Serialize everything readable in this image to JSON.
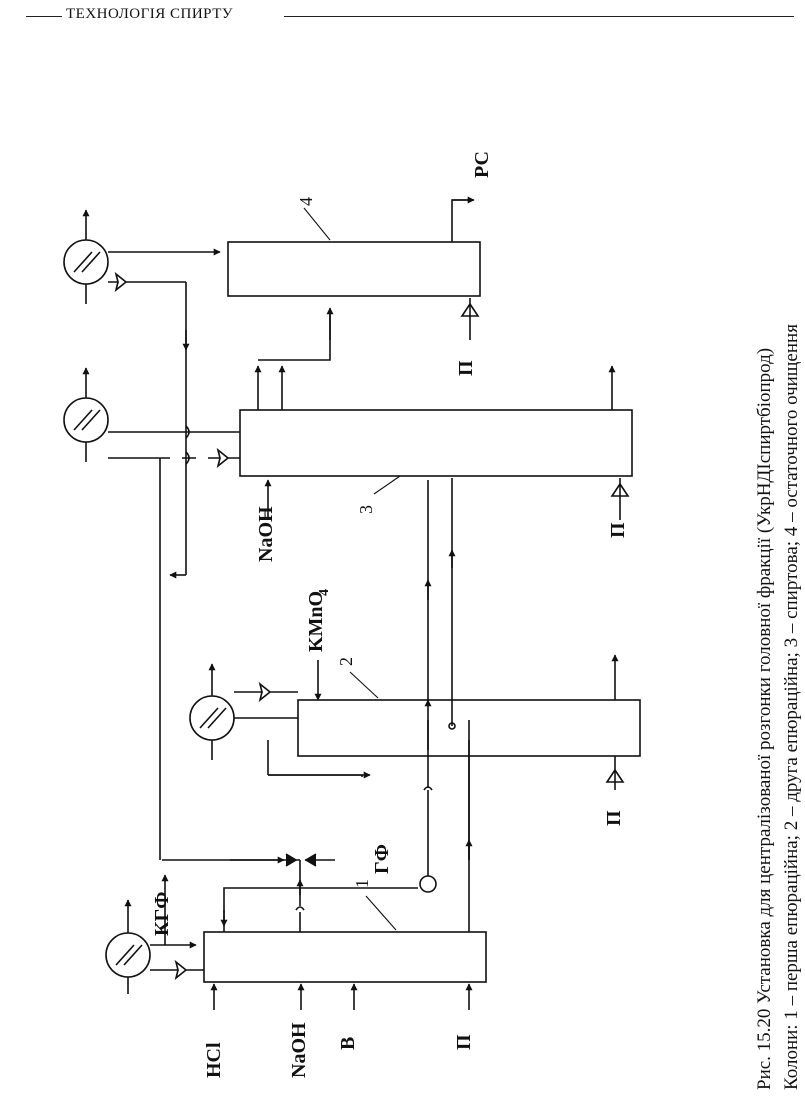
{
  "header": {
    "title": "ТЕХНОЛОГІЯ СПИРТУ"
  },
  "columns": {
    "col1": {
      "number": "1"
    },
    "col2": {
      "number": "2"
    },
    "col3": {
      "number": "3"
    },
    "col4": {
      "number": "4"
    }
  },
  "streams": {
    "hcl": "HCl",
    "naoh_col1": "NaOH",
    "water": "В",
    "steam_col1": "П",
    "kgf": "КГФ",
    "gf": "ГФ",
    "kmno4": "KMnO",
    "kmno4_sub": "4",
    "steam_col2": "П",
    "naoh_col3": "NaOH",
    "steam_col3": "П",
    "steam_col4": "П",
    "rs": "РС"
  },
  "caption": {
    "line1": "Рис. 15.20 Установка для централізованої розгонки головної фракції (УкрНДІспиртбіопрод)",
    "line2": "Колони: 1 – перша епюраційна; 2 – друга епюраційна; 3 – спиртова; 4 – остаточного очищення"
  }
}
